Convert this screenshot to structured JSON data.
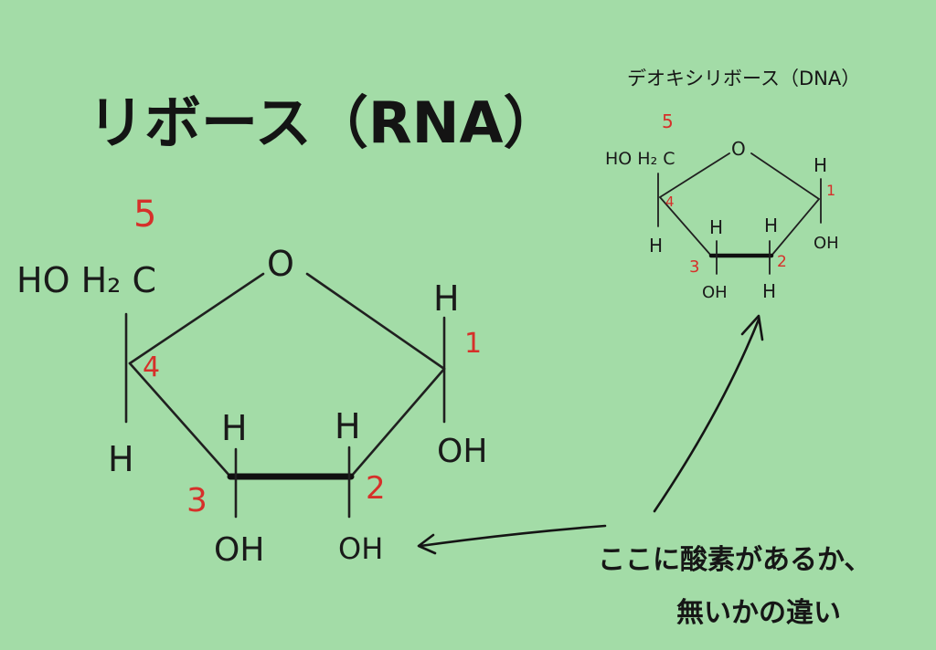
{
  "title": "リボース（RNA）",
  "subtitle": "デオキシリボース（DNA）",
  "note_line1": "ここに酸素があるか、",
  "note_line2": "無いかの違い",
  "ribose": {
    "ring_o": "O",
    "c5_group": "HO H₂ C",
    "c4_h": "H",
    "c3_h_top": "H",
    "c3_oh": "OH",
    "c2_h_top": "H",
    "c2_oh": "OH",
    "c1_h_top": "H",
    "c1_oh": "OH",
    "num_1": "1",
    "num_2": "2",
    "num_3": "3",
    "num_4": "4",
    "num_5": "5"
  },
  "deoxyribose": {
    "ring_o": "O",
    "c5_group": "HO H₂ C",
    "c4_h": "H",
    "c3_h_top": "H",
    "c3_oh": "OH",
    "c2_h_top": "H",
    "c2_h_bottom": "H",
    "c1_h_top": "H",
    "c1_oh": "OH",
    "num_1": "1",
    "num_2": "2",
    "num_3": "3",
    "num_4": "4",
    "num_5": "5"
  },
  "colors": {
    "background": "#a3dca7",
    "ink": "#1a1a1a",
    "carbon_number": "#d6302a"
  }
}
